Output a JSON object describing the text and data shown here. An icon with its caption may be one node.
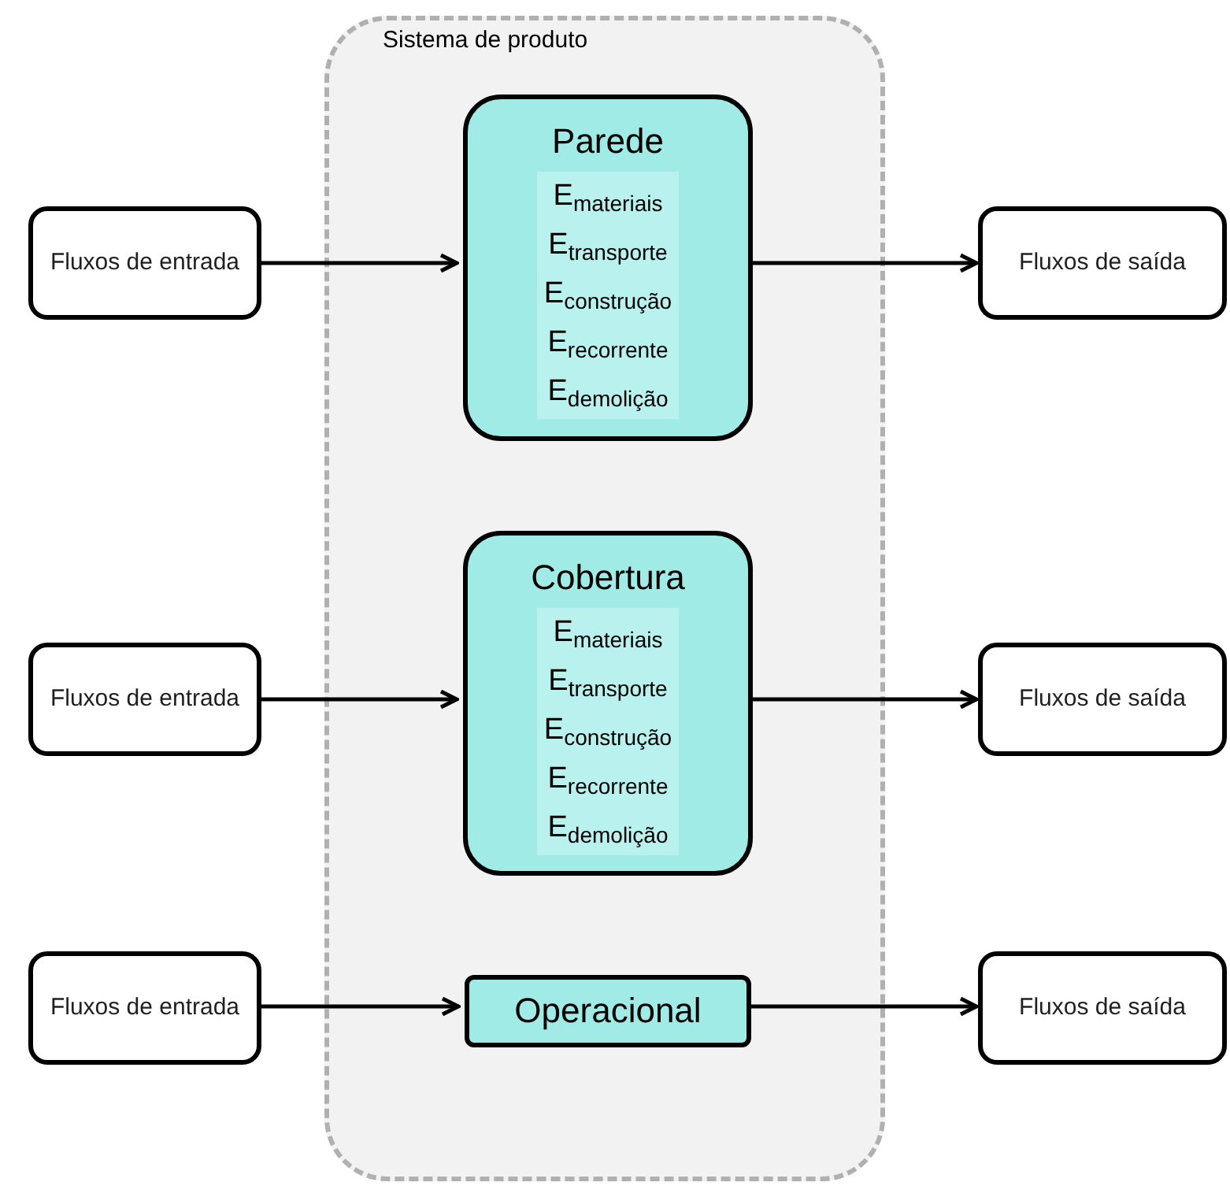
{
  "diagram": {
    "nodes": [
      {
        "text": [
          "Sistema de produto"
        ]
      },
      {
        "text": [
          "Fluxos de entrada"
        ]
      },
      {
        "text": [
          "Parede",
          "E$_{materiais}$",
          "E$_{transporte}$",
          "E$_{construção}$",
          "E$_{recorrente}$",
          "E$_{demolição}$"
        ],
        "in": 0
      },
      {
        "text": [
          "Fluxos de saída"
        ]
      },
      {
        "text": [
          "Fluxos de entrada"
        ]
      },
      {
        "text": [
          "Cobertura",
          "E$_{materiais}$",
          "E$_{transporte}$",
          "E$_{construção}$",
          "E$_{recorrente}$",
          "E$_{demolição}$"
        ],
        "in": 0
      },
      {
        "text": [
          "Fluxos de saída"
        ]
      },
      {
        "text": [
          "Fluxos de entrada"
        ]
      },
      {
        "text": [
          "Operacional"
        ],
        "in": 0
      },
      {
        "text": [
          "Fluxos de saída"
        ]
      }
    ],
    "edges": [
      {
        "from": 1,
        "to": 2,
        "arrow": "to"
      },
      {
        "from": 2,
        "to": 3,
        "arrow": "to"
      },
      {
        "from": 4,
        "to": 5,
        "arrow": "to"
      },
      {
        "from": 5,
        "to": 6,
        "arrow": "to"
      },
      {
        "from": 7,
        "to": 8,
        "arrow": "to"
      },
      {
        "from": 8,
        "to": 9,
        "arrow": "to"
      }
    ]
  }
}
